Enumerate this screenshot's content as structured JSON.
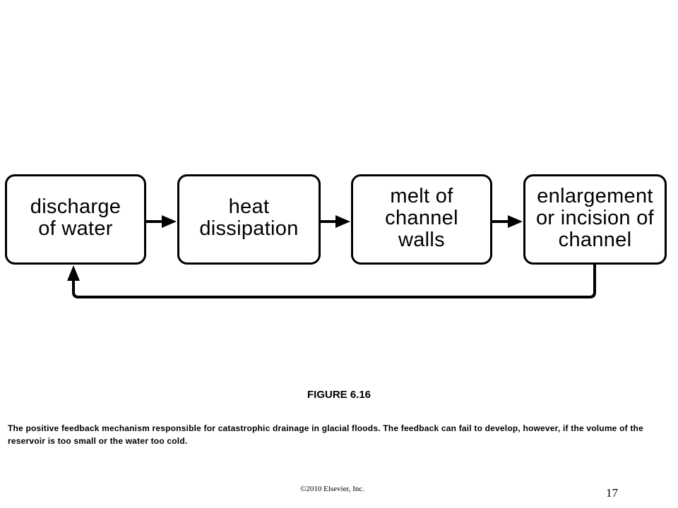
{
  "diagram": {
    "boxes": [
      {
        "label": "discharge\nof water"
      },
      {
        "label": "heat\ndissipation"
      },
      {
        "label": "melt of\nchannel\nwalls"
      },
      {
        "label": "enlargement\nor incision of\nchannel"
      }
    ]
  },
  "figure": {
    "title": "FIGURE 6.16",
    "caption": "The positive feedback mechanism responsible for catastrophic drainage in glacial floods. The feedback can fail to develop, however, if the volume of the reservoir is too small or the water too cold."
  },
  "footer": {
    "copyright": "©2010 Elsevier, Inc.",
    "page_number": "17"
  }
}
